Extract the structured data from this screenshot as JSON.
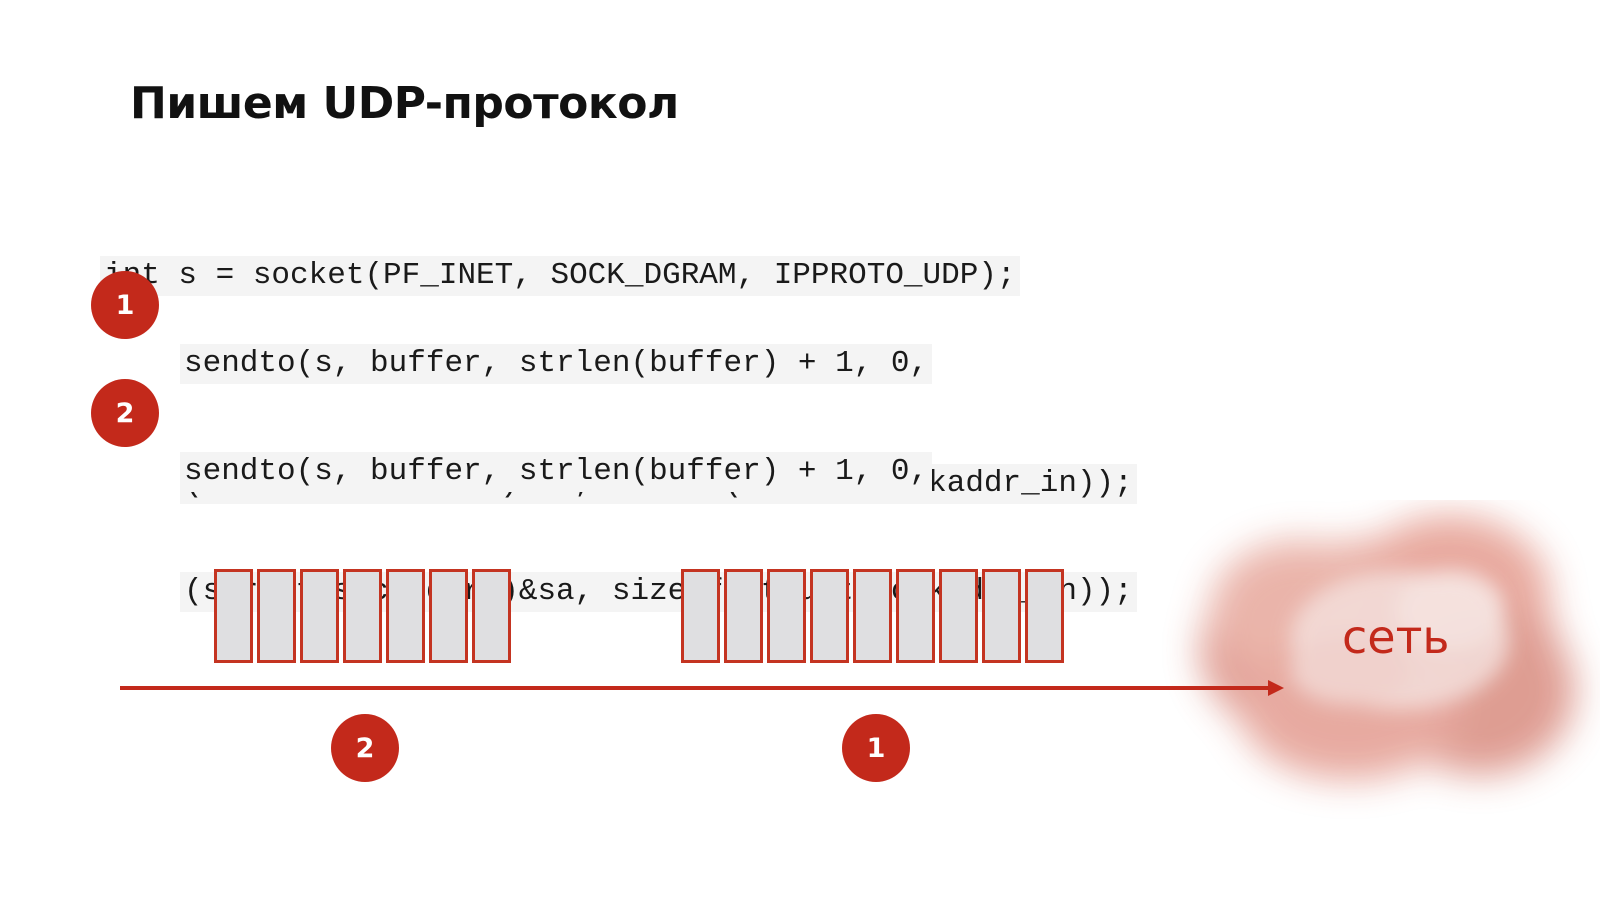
{
  "slide": {
    "title": "Пишем UDP-протокол",
    "socket_code": "int s = socket(PF_INET, SOCK_DGRAM, IPPROTO_UDP);",
    "steps": [
      {
        "badge": "1",
        "code_line1": "sendto(s, buffer, strlen(buffer) + 1, 0,",
        "code_line2": "(struct sockaddr*)&sa, sizeof(struct sockaddr_in));"
      },
      {
        "badge": "2",
        "code_line1": "sendto(s, buffer, strlen(buffer) + 1, 0,",
        "code_line2": "(struct sockaddr*)&sa, sizeof(struct sockaddr_in));"
      }
    ],
    "packets": [
      {
        "badge": "2",
        "cell_count": 7
      },
      {
        "badge": "1",
        "cell_count": 9
      }
    ],
    "network_label": "сеть"
  },
  "colors": {
    "accent_red": "#c3291b",
    "packet_fill": "#dfdfe1",
    "code_background": "#f4f4f4",
    "title_text": "#111111"
  },
  "icons": {
    "network": "cloud-icon",
    "flow": "arrow-right-icon"
  }
}
